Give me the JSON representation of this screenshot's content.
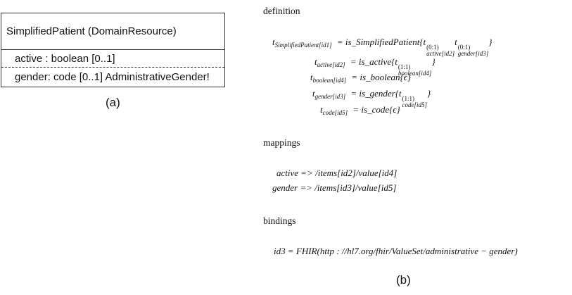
{
  "uml": {
    "class_title": "SimplifiedPatient (DomainResource)",
    "attributes": [
      "active : boolean [0..1]",
      "gender: code [0..1] AdministrativeGender!"
    ],
    "caption": "(a)"
  },
  "formal": {
    "caption": "(b)",
    "definition_heading": "definition",
    "mappings_heading": "mappings",
    "bindings_heading": "bindings",
    "equations": {
      "e1": {
        "lhs_base": "t",
        "lhs_sub": "SimplifiedPatient[id1]",
        "rhs_prefix": "= is_SimplifiedPatient{t",
        "t1_sup": "(0:1)",
        "t1_sub": "active[id2]",
        "t_mid": "t",
        "t2_sup": "(0:1)",
        "t2_sub": "gender[id3]",
        "close": "}"
      },
      "e2": {
        "lhs_base": "t",
        "lhs_sub": "active[id2]",
        "rhs_prefix": "= is_active{t",
        "t1_sup": "(1:1)",
        "t1_sub": "boolean[id4]",
        "close": "}"
      },
      "e3": {
        "lhs_base": "t",
        "lhs_sub": "boolean[id4]",
        "rhs": "= is_boolean{ϵ}"
      },
      "e4": {
        "lhs_base": "t",
        "lhs_sub": "gender[id3]",
        "rhs_prefix": "= is_gender{t",
        "t1_sup": "(1:1)",
        "t1_sub": "code[id5]",
        "close": "}"
      },
      "e5": {
        "lhs_base": "t",
        "lhs_sub": "code[id5]",
        "rhs": "= is_code{ϵ}"
      }
    },
    "mappings": [
      "active => /items[id2]/value[id4]",
      "gender => /items[id3]/value[id5]"
    ],
    "binding": "id3 = FHIR(http : //hl7.org/fhir/ValueSet/administrative − gender)"
  }
}
